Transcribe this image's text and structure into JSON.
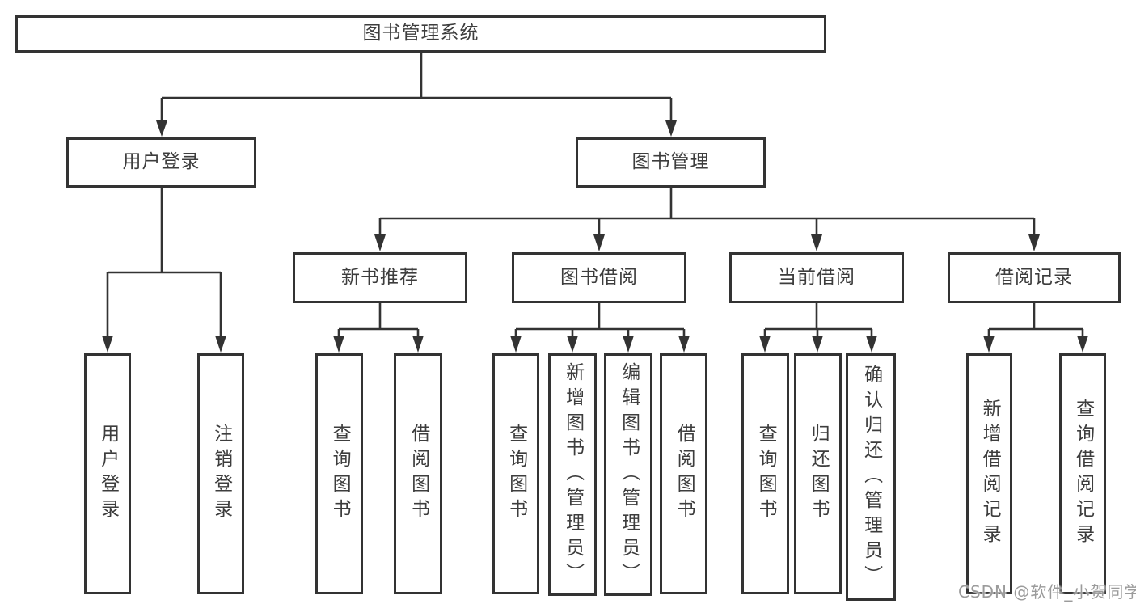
{
  "diagram": {
    "type": "hierarchy-tree",
    "nodes": {
      "root": "图书管理系统",
      "user_login_group": "用户登录",
      "book_management": "图书管理",
      "new_book_recommend": "新书推荐",
      "book_borrowing": "图书借阅",
      "current_borrowing": "当前借阅",
      "borrow_records": "借阅记录",
      "user_login": "用户登录",
      "logout_login": "注销登录",
      "nb_query_books": "查询图书",
      "nb_borrow_books": "借阅图书",
      "bb_query_books": "查询图书",
      "bb_add_books": "新增图书（管理员）",
      "bb_edit_books": "编辑图书（管理员）",
      "bb_borrow_books": "借阅图书",
      "cb_query_books": "查询图书",
      "cb_return_books": "归还图书",
      "cb_confirm_return": "确认归还（管理员）",
      "br_add_record": "新增借阅记录",
      "br_query_record": "查询借阅记录"
    },
    "hierarchy": {
      "图书管理系统": {
        "用户登录": [
          "用户登录",
          "注销登录"
        ],
        "图书管理": {
          "新书推荐": [
            "查询图书",
            "借阅图书"
          ],
          "图书借阅": [
            "查询图书",
            "新增图书（管理员）",
            "编辑图书（管理员）",
            "借阅图书"
          ],
          "当前借阅": [
            "查询图书",
            "归还图书",
            "确认归还（管理员）"
          ],
          "借阅记录": [
            "新增借阅记录",
            "查询借阅记录"
          ]
        }
      }
    },
    "colors": {
      "line": "#333333",
      "box_border": "#333333",
      "box_fill": "#ffffff",
      "text": "#3d3d3d",
      "background": "#ffffff",
      "watermark": "#9b9b9b"
    }
  },
  "watermark": {
    "text": "CSDN @软件_小贺同学"
  }
}
